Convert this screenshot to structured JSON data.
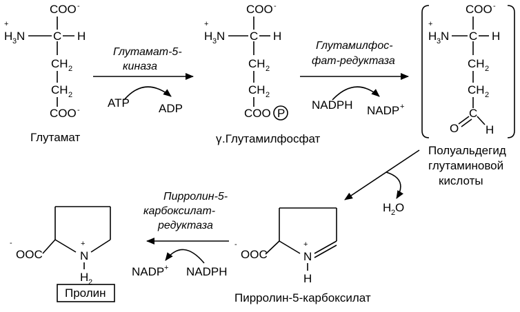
{
  "diagram": {
    "glutamate": {
      "coo_top": "COO",
      "charge_minus": "-",
      "amine": "H",
      "amine_sub": "3",
      "amine_n": "N",
      "charge_plus": "+",
      "c": "C",
      "h": "H",
      "ch2_1": "CH",
      "ch2_2": "CH",
      "two": "2",
      "coo_bottom": "COO",
      "name": "Глутамат"
    },
    "step1": {
      "enzyme_line1": "Глутамат-5-",
      "enzyme_line2": "киназа",
      "cofactor_in": "ATP",
      "cofactor_out": "ADP"
    },
    "gamma_glutamylphosphate": {
      "coo_top": "COO",
      "coo_bottom": "COO",
      "phosphate": "P",
      "name_prefix": "γ",
      "name": ".Глутамилфосфат"
    },
    "step2": {
      "enzyme_line1": "Глутамилфос-",
      "enzyme_line2": "фат-редуктаза",
      "cofactor_in": "NADPH",
      "cofactor_out": "NADP",
      "cofactor_out_charge": "+"
    },
    "semialdehyde": {
      "coo_top": "COO",
      "o": "O",
      "h": "H",
      "name_line1": "Полуальдегид",
      "name_line2": "глутаминовой",
      "name_line3": "кислоты"
    },
    "step3": {
      "water": "H",
      "water_sub": "2",
      "water_o": "O"
    },
    "p5c": {
      "ooc": "OOC",
      "n": "N",
      "h": "H",
      "name": "Пирролин-5-карбоксилат"
    },
    "step4": {
      "enzyme_line1": "Пирролин-5-",
      "enzyme_line2": "карбоксилат-",
      "enzyme_line3": "редуктаза",
      "cofactor_out": "NADP",
      "cofactor_out_charge": "+",
      "cofactor_in": "NADPH"
    },
    "proline": {
      "ooc": "OOC",
      "n": "N",
      "h": "H",
      "sub": "2",
      "name": "Пролин"
    }
  }
}
